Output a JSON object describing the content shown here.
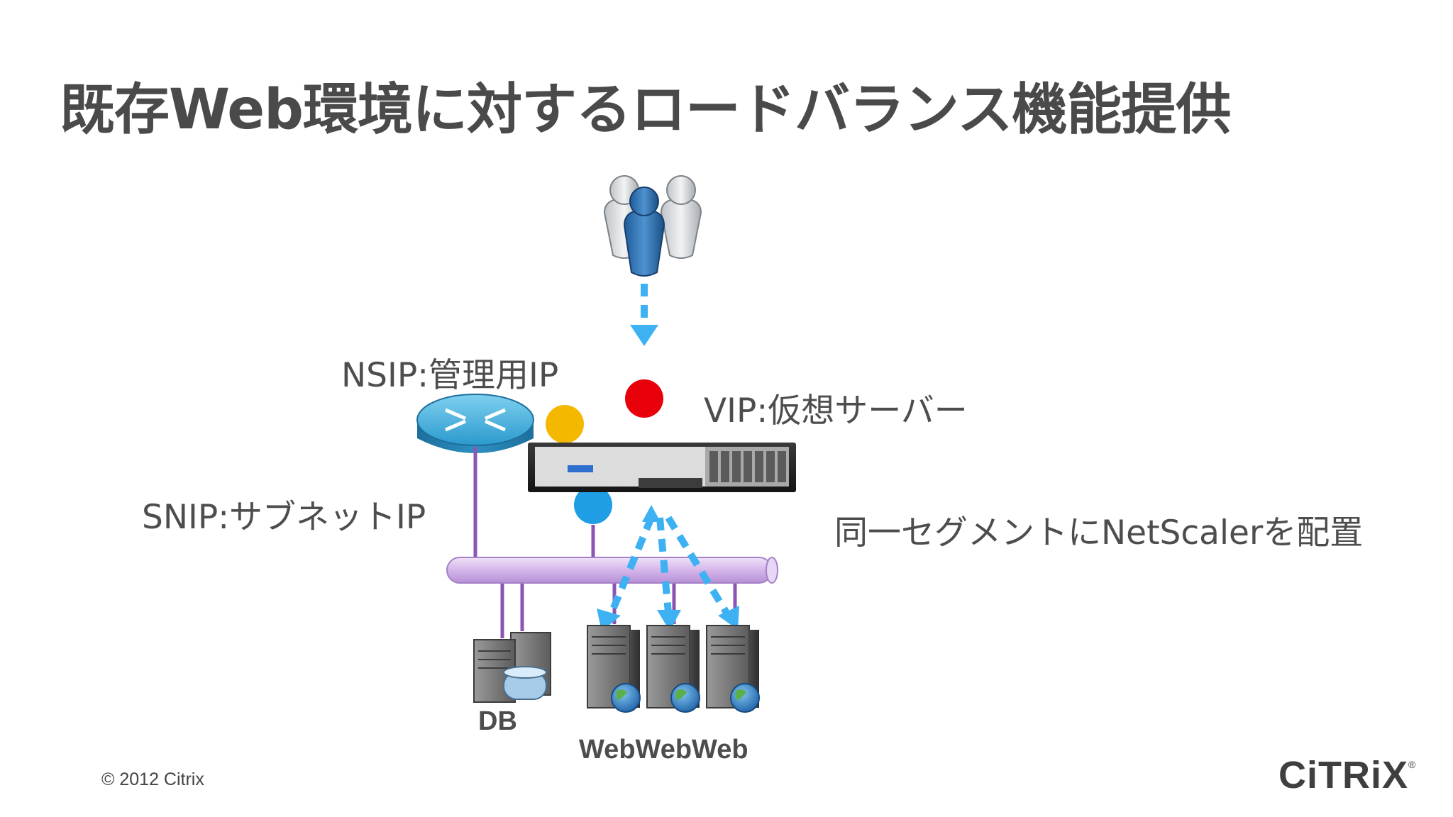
{
  "slide": {
    "title": "既存Web環境に対するロードバランス機能提供",
    "labels": {
      "nsip": "NSIP:管理用IP",
      "vip": "VIP:仮想サーバー",
      "snip": "SNIP:サブネットIP",
      "note": "同一セグメントにNetScalerを配置"
    },
    "servers": {
      "db": "DB",
      "web": "WebWebWeb"
    },
    "footer": {
      "copyright": "© 2012 Citrix",
      "logo": "CiTRiX"
    },
    "colors": {
      "arrow": "#3db1f2",
      "vip_dot": "#e8000b",
      "nsip_dot": "#f5b800",
      "snip_dot": "#1f9ee6",
      "bus": "#d4b5ea",
      "line": "#8c55b3",
      "router": "#2a8fc2"
    }
  }
}
